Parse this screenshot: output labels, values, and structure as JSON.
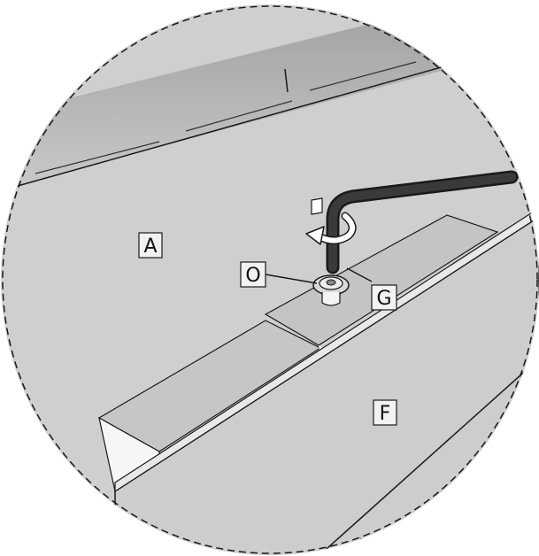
{
  "figure": {
    "type": "assembly-detail-callout",
    "colors": {
      "background": "#ffffff",
      "panel": "#cfcfcf",
      "panel_dark": "#bdbdbd",
      "panel_light": "#dedede",
      "block_front": "#f4f4f4",
      "outline": "#1a1a1a",
      "tool": "#2b2b2b",
      "label_box": "#f2f2f2"
    },
    "icons": [
      "allen-key-icon",
      "rotation-arrow-icon",
      "cam-bolt-icon"
    ]
  },
  "labels": {
    "panel_a": "A",
    "cam_bolt": "O",
    "bottom_panel": "G",
    "front_panel": "F"
  }
}
